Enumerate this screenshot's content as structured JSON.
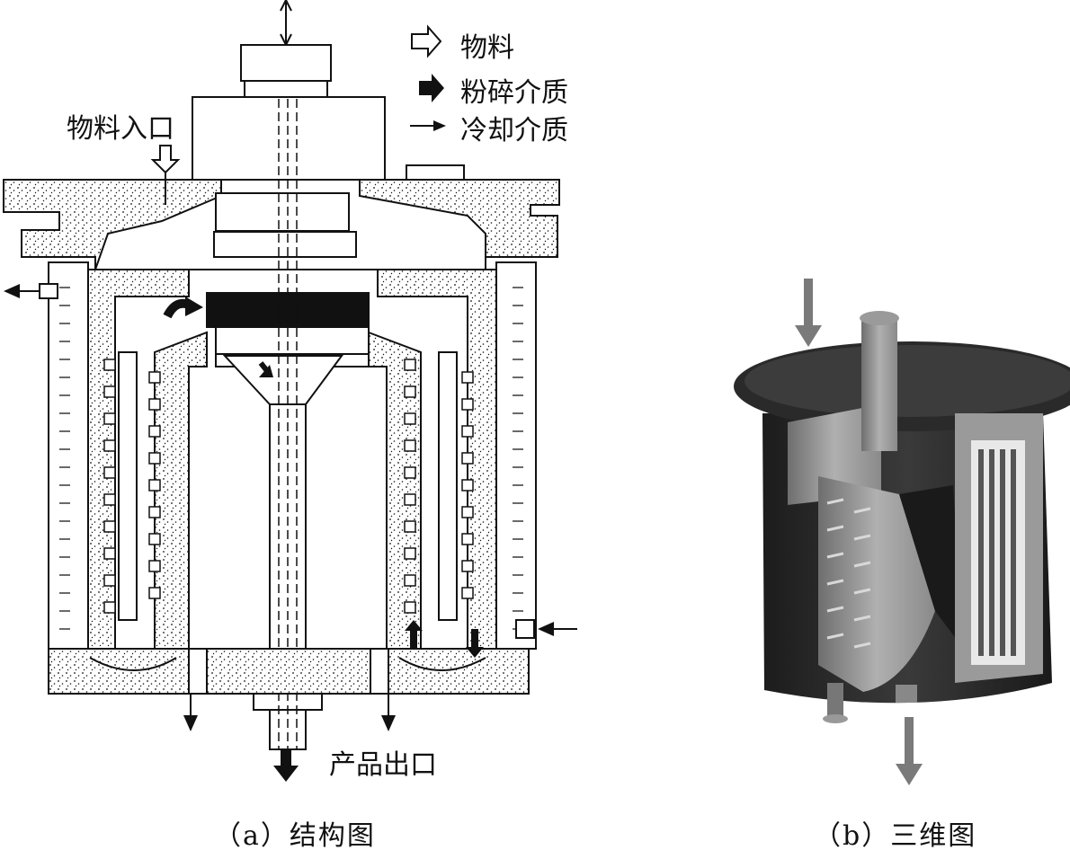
{
  "figure_a": {
    "caption": "（a）结构图",
    "legend": {
      "material": "物料",
      "grinding_medium": "粉碎介质",
      "cooling_medium": "冷却介质"
    },
    "labels": {
      "material_inlet": "物料入口",
      "product_outlet": "产品出口"
    }
  },
  "figure_b": {
    "caption": "（b）三维图"
  },
  "colors": {
    "line": "#111111",
    "fill_dark": "#1a1a1a",
    "stipple_bg": "#ffffff",
    "render_gray": "#8a8a8a",
    "render_dark": "#2a2a2a",
    "arrow_gray": "#7a7a7a"
  }
}
